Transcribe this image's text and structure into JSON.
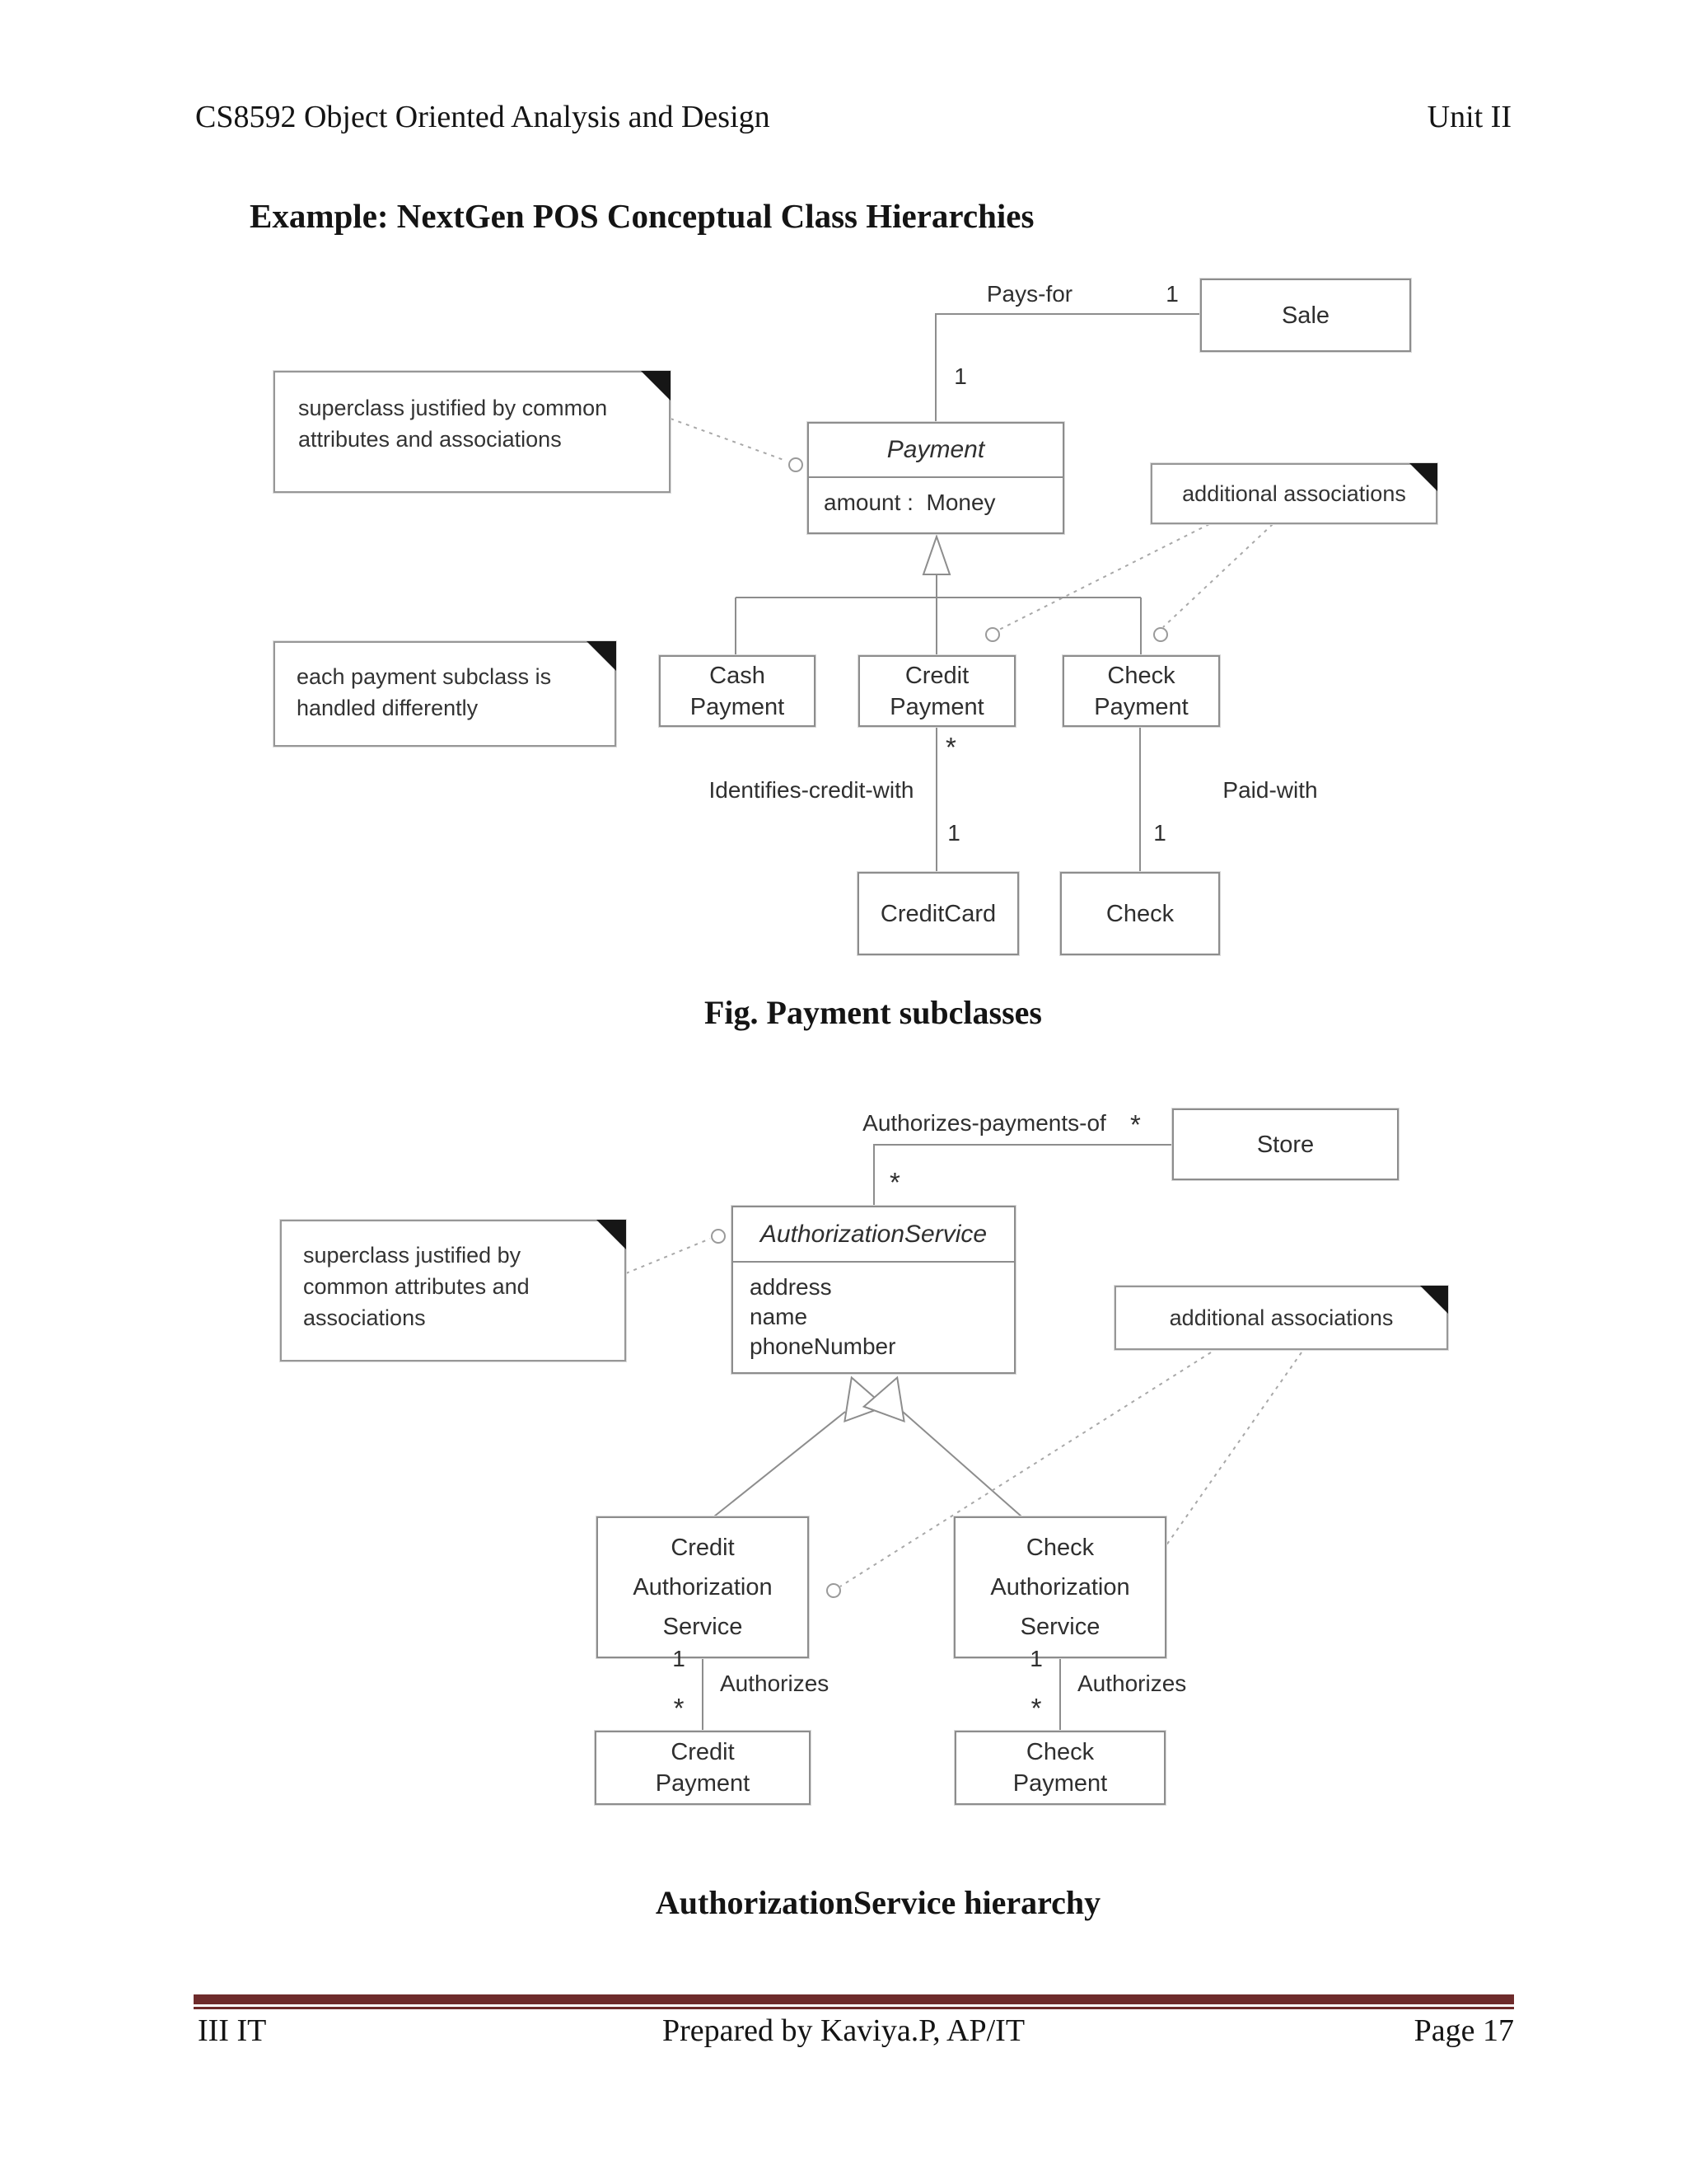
{
  "header": {
    "left": "CS8592 Object Oriented Analysis and Design",
    "right": "Unit II"
  },
  "heading": "Example: NextGen POS Conceptual Class Hierarchies",
  "diagram1": {
    "caption": "Fig. Payment subclasses",
    "classes": {
      "sale": "Sale",
      "payment_title": "Payment",
      "payment_attr": "amount :  Money",
      "cash": {
        "l1": "Cash",
        "l2": "Payment"
      },
      "credit": {
        "l1": "Credit",
        "l2": "Payment"
      },
      "check": {
        "l1": "Check",
        "l2": "Payment"
      },
      "creditcard": "CreditCard",
      "check_target": "Check"
    },
    "labels": {
      "pays_for": "Pays-for",
      "mult_sale": "1",
      "mult_payment": "1",
      "identifies_credit_with": "Identifies-credit-with",
      "paid_with": "Paid-with",
      "star_credit": "*",
      "mult_creditcard": "1",
      "mult_check": "1"
    },
    "notes": {
      "superclass": {
        "l1": "superclass justified by common",
        "l2": "attributes and associations"
      },
      "each_payment": {
        "l1": "each payment subclass is",
        "l2": "handled differently"
      },
      "additional": "additional associations"
    }
  },
  "diagram2": {
    "caption": "AuthorizationService hierarchy",
    "classes": {
      "store": "Store",
      "auth_title": "AuthorizationService",
      "auth_attrs": {
        "a1": "address",
        "a2": "name",
        "a3": "phoneNumber"
      },
      "credit_auth": {
        "l1": "Credit",
        "l2": "Authorization",
        "l3": "Service"
      },
      "check_auth": {
        "l1": "Check",
        "l2": "Authorization",
        "l3": "Service"
      },
      "credit_payment": {
        "l1": "Credit",
        "l2": "Payment"
      },
      "check_payment": {
        "l1": "Check",
        "l2": "Payment"
      }
    },
    "labels": {
      "authorizes_payments_of": "Authorizes-payments-of",
      "star_store": "*",
      "star_auth": "*",
      "mult_one_left": "1",
      "authorizes_left": "Authorizes",
      "star_left": "*",
      "mult_one_right": "1",
      "authorizes_right": "Authorizes",
      "star_right": "*"
    },
    "notes": {
      "superclass": {
        "l1": "superclass justified by",
        "l2": "common attributes and",
        "l3": "associations"
      },
      "additional": "additional associations"
    }
  },
  "footer": {
    "left": "III IT",
    "center": "Prepared by Kaviya.P, AP/IT",
    "right": "Page 17"
  },
  "colors": {
    "footer_rule": "#6e2b2b",
    "diagram_stroke": "#8d8d8d"
  }
}
